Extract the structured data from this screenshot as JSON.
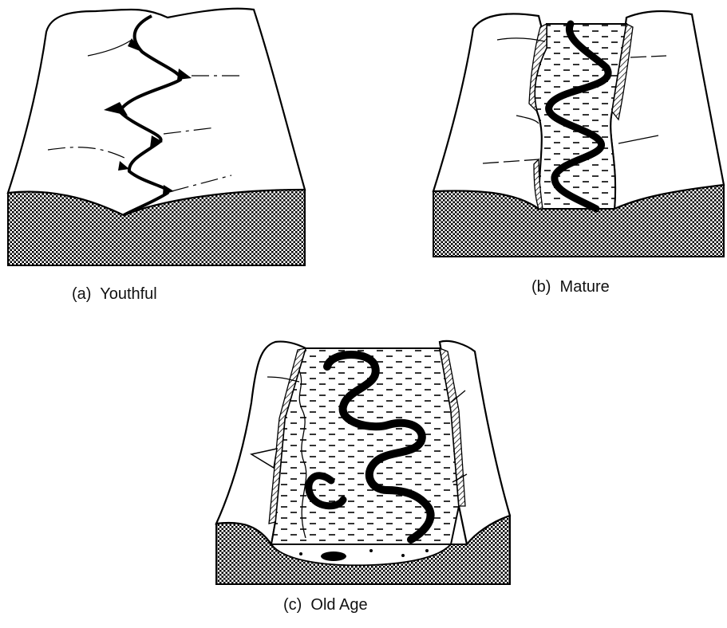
{
  "figure": {
    "panels": [
      {
        "id": "a",
        "caption": "(a)  Youthful"
      },
      {
        "id": "b",
        "caption": "(b)  Mature"
      },
      {
        "id": "c",
        "caption": "(c)  Old Age"
      }
    ],
    "fill_colors": {
      "ink": "#000000",
      "paper": "#ffffff"
    }
  }
}
